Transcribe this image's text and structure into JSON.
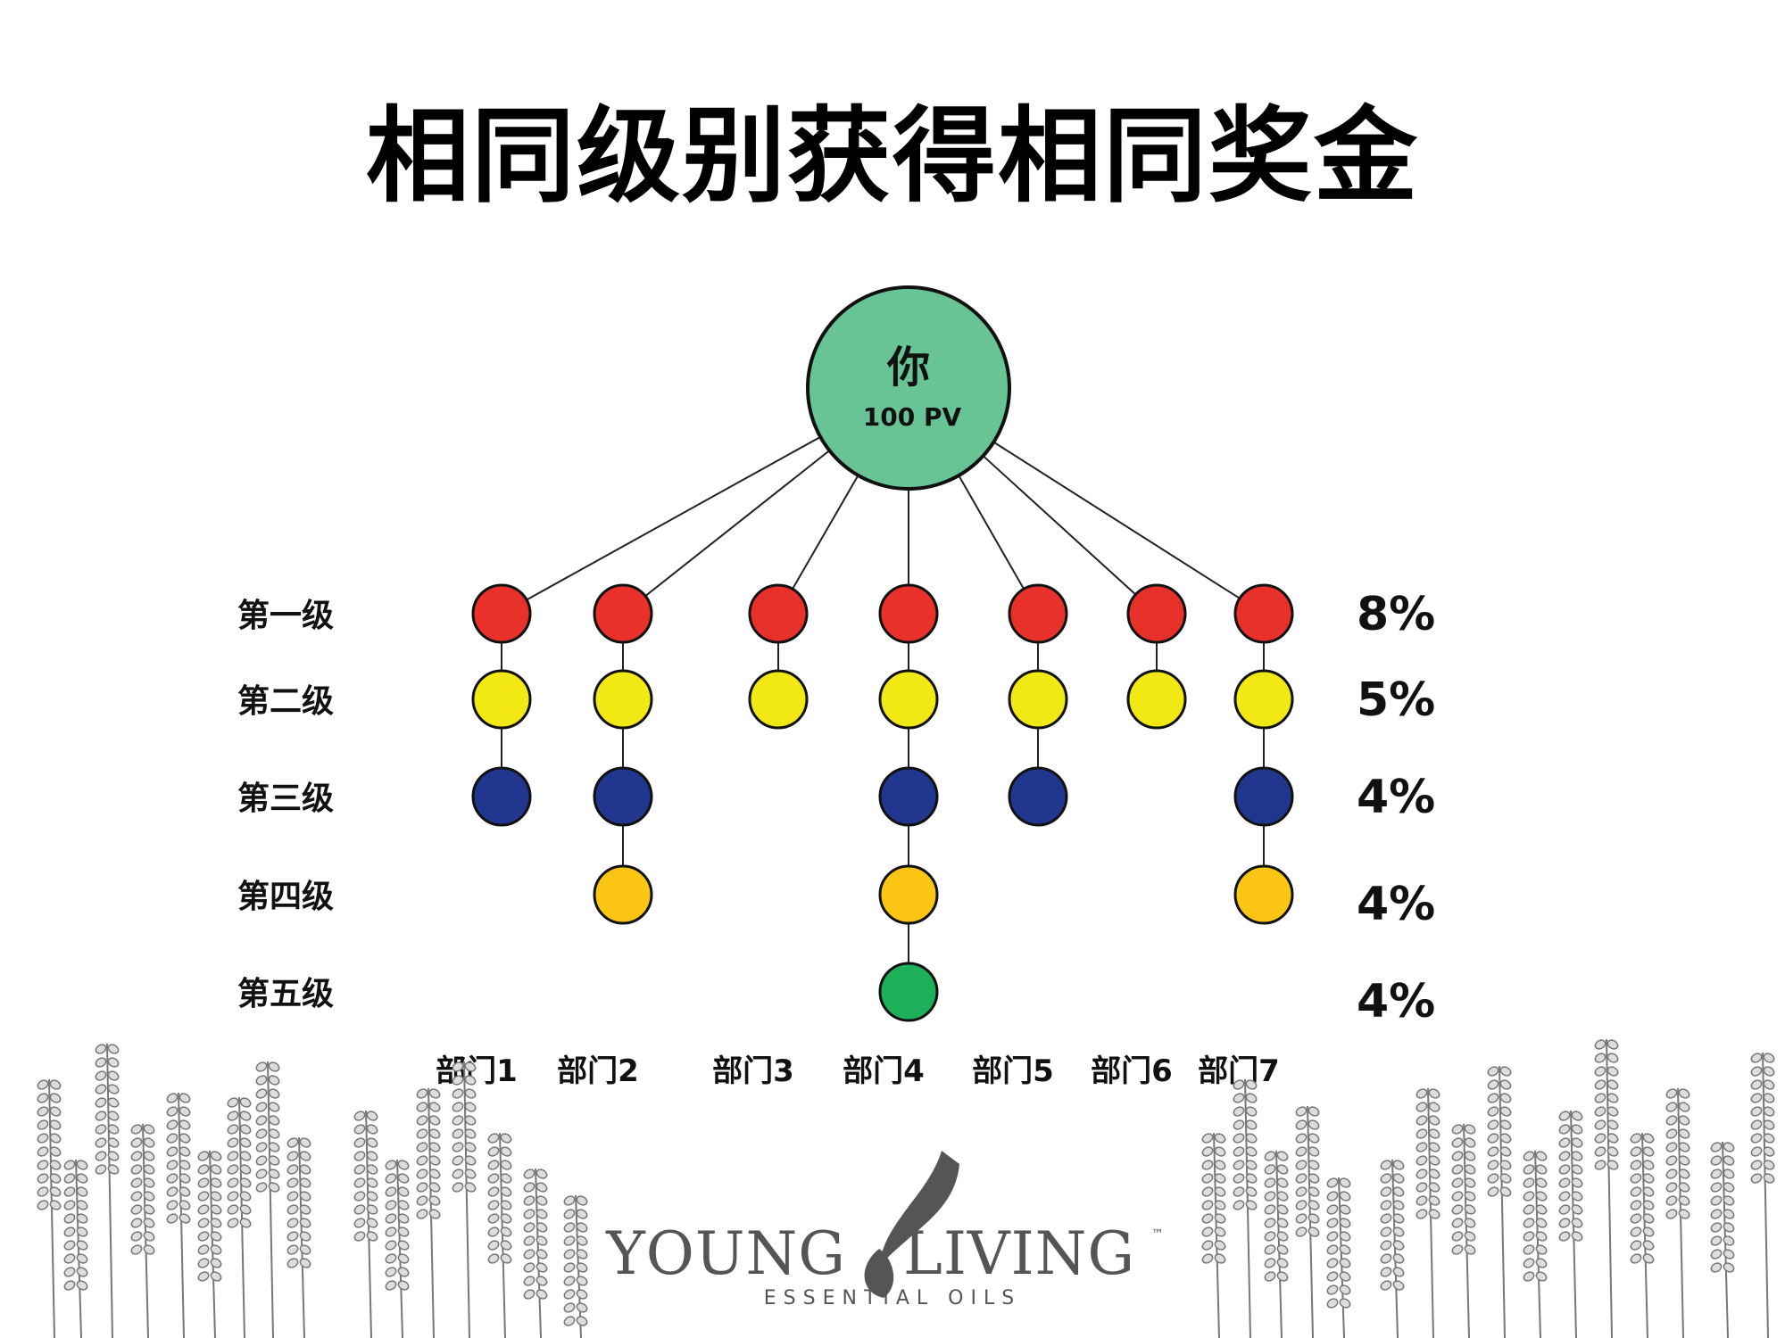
{
  "title": "相同级别获得相同奖金",
  "root": {
    "label": "你",
    "pv": "100 PV",
    "color": "#68c395"
  },
  "levels": [
    {
      "label": "第一级",
      "percent": "8%",
      "color": "#e8312a"
    },
    {
      "label": "第二级",
      "percent": "5%",
      "color": "#f2e814"
    },
    {
      "label": "第三级",
      "percent": "4%",
      "color": "#21368f"
    },
    {
      "label": "第四级",
      "percent": "4%",
      "color": "#fbc513"
    },
    {
      "label": "第五级",
      "percent": "4%",
      "color": "#1daf5a"
    }
  ],
  "departments": [
    {
      "label": "部门1",
      "depth": 3
    },
    {
      "label": "部门2",
      "depth": 4
    },
    {
      "label": "部门3",
      "depth": 2
    },
    {
      "label": "部门4",
      "depth": 5
    },
    {
      "label": "部门5",
      "depth": 3
    },
    {
      "label": "部门6",
      "depth": 2
    },
    {
      "label": "部门7",
      "depth": 4
    }
  ],
  "logo": {
    "brand_left": "YOUNG",
    "brand_right": "LIVING",
    "tagline": "ESSENTIAL OILS",
    "tm": "™"
  }
}
